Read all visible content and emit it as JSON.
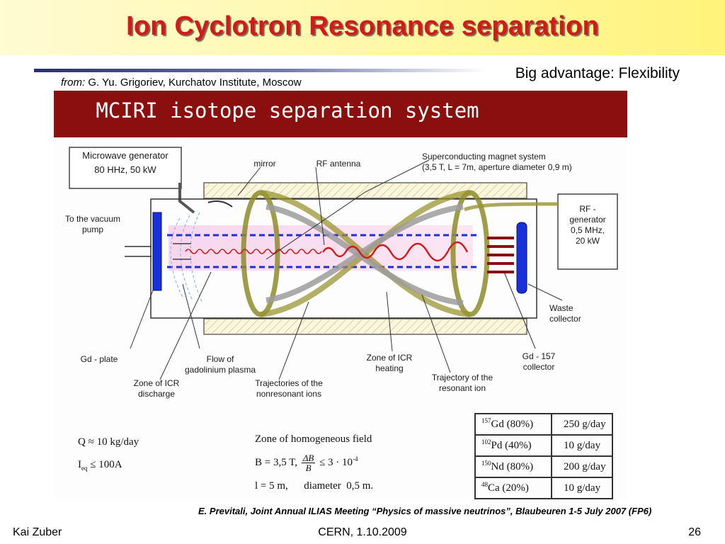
{
  "slide": {
    "title": "Ion Cyclotron Resonance separation",
    "advantage": "Big advantage: Flexibility",
    "from_prefix": "from:",
    "from_text": "G. Yu. Grigoriev, Kurchatov Institute, Moscow",
    "citation": "E. Previtali, Joint Annual  ILIAS Meeting “Physics of massive neutrinos”, Blaubeuren 1-5 July 2007 (FP6)",
    "footer_left": "Kai Zuber",
    "footer_center": "CERN, 1.10.2009",
    "footer_right": "26"
  },
  "diagram": {
    "banner": "MCIRI isotope separation system",
    "labels": {
      "microwave": "Microwave generator\n80 HHz, 50 kW",
      "mirror": "mirror",
      "rf_antenna": "RF antenna",
      "magnet": "Superconducting magnet system\n(3,5 T, L = 7m, aperture diameter 0,9 m)",
      "vacuum": "To the vacuum\npump",
      "rf_generator": "RF -\ngenerator\n0,5 MHz,\n20 kW",
      "waste": "Waste\ncollector",
      "gd_plate": "Gd - plate",
      "flow": "Flow of\ngadolinium plasma",
      "icr_discharge": "Zone of ICR\ndischarge",
      "trajectories_nonres": "Trajectories of the\nnonresonant ions",
      "icr_heating": "Zone of ICR\nheating",
      "gd157_collector": "Gd - 157\ncollector",
      "trajectory_res": "Trajectory of the\nresonant ion"
    },
    "params": {
      "q": "Q ≈ 10 kg/day",
      "i_prefix": "I",
      "i_sub": "eq",
      "i_suffix": " ≤ 100A",
      "zone_title": "Zone of homogeneous field",
      "b_prefix": "B = 3,5 T,",
      "frac_num": "ΔB",
      "frac_den": "B",
      "b_suffix": "≤ 3 · 10",
      "b_exp": "-4",
      "l_line": "l = 5 m,      diameter  0,5 m."
    },
    "yield_table": [
      {
        "mass": "157",
        "elem": "Gd (80%)",
        "rate": "250 g/day"
      },
      {
        "mass": "102",
        "elem": "Pd (40%)",
        "rate": "10   g/day"
      },
      {
        "mass": "150",
        "elem": "Nd (80%)",
        "rate": "200 g/day"
      },
      {
        "mass": "48",
        "elem": "Ca  (20%)",
        "rate": "10   g/day"
      }
    ]
  }
}
